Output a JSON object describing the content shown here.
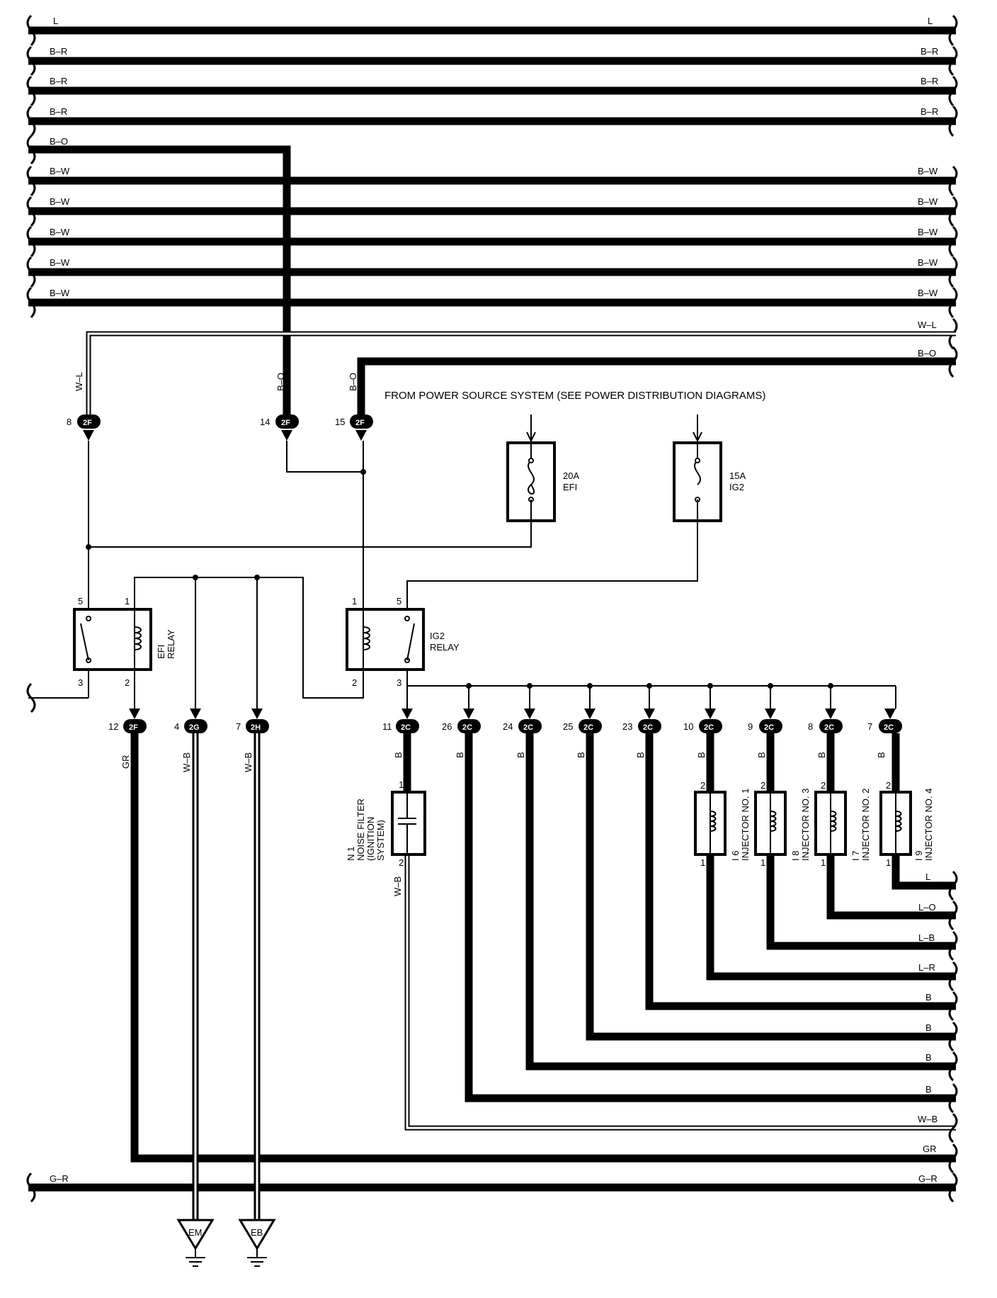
{
  "bus_wires": [
    {
      "left": "L",
      "right": "L"
    },
    {
      "left": "B–R",
      "right": "B–R"
    },
    {
      "left": "B–R",
      "right": "B–R"
    },
    {
      "left": "B–R",
      "right": "B–R"
    },
    {
      "left": "B–O",
      "right": ""
    },
    {
      "left": "B–W",
      "right": "B–W"
    },
    {
      "left": "B–W",
      "right": "B–W"
    },
    {
      "left": "B–W",
      "right": "B–W"
    },
    {
      "left": "B–W",
      "right": "B–W"
    },
    {
      "left": "B–W",
      "right": "B–W"
    }
  ],
  "right_wires_top": [
    "W–L",
    "B–O"
  ],
  "source_note": "FROM POWER SOURCE SYSTEM (SEE POWER DISTRIBUTION DIAGRAMS)",
  "fuses": [
    {
      "rating": "20A",
      "name": "EFI"
    },
    {
      "rating": "15A",
      "name": "IG2"
    }
  ],
  "relays": [
    {
      "name": "EFI",
      "suffix": "RELAY",
      "pins": [
        "5",
        "1",
        "3",
        "2"
      ]
    },
    {
      "name": "IG2",
      "suffix": "RELAY",
      "pins": [
        "1",
        "5",
        "2",
        "3"
      ]
    }
  ],
  "upper_connectors": [
    {
      "pin": "8",
      "id": "2F",
      "wire": "W–L"
    },
    {
      "pin": "14",
      "id": "2F",
      "wire": "B–O"
    },
    {
      "pin": "15",
      "id": "2F",
      "wire": "B–O"
    }
  ],
  "lower_connectors": [
    {
      "pin": "12",
      "id": "2F",
      "wire": "GR"
    },
    {
      "pin": "4",
      "id": "2G",
      "wire": "W–B"
    },
    {
      "pin": "7",
      "id": "2H",
      "wire": "W–B"
    },
    {
      "pin": "11",
      "id": "2C",
      "wire": "B"
    },
    {
      "pin": "26",
      "id": "2C",
      "wire": "B"
    },
    {
      "pin": "24",
      "id": "2C",
      "wire": "B"
    },
    {
      "pin": "25",
      "id": "2C",
      "wire": "B"
    },
    {
      "pin": "23",
      "id": "2C",
      "wire": "B"
    },
    {
      "pin": "10",
      "id": "2C",
      "wire": "B"
    },
    {
      "pin": "9",
      "id": "2C",
      "wire": "B"
    },
    {
      "pin": "8",
      "id": "2C",
      "wire": "B"
    },
    {
      "pin": "7",
      "id": "2C",
      "wire": "B"
    }
  ],
  "noise_filter": {
    "id": "N 1",
    "line1": "NOISE FILTER",
    "line2": "(IGNITION",
    "line3": "SYSTEM)",
    "pin_top": "1",
    "pin_bottom": "2",
    "wire_out": "W–B"
  },
  "injectors": [
    {
      "id": "I 6",
      "name": "INJECTOR NO. 1",
      "pin_top": "2",
      "pin_bottom": "1"
    },
    {
      "id": "I 8",
      "name": "INJECTOR NO. 3",
      "pin_top": "2",
      "pin_bottom": "1"
    },
    {
      "id": "I 7",
      "name": "INJECTOR NO. 2",
      "pin_top": "2",
      "pin_bottom": "1"
    },
    {
      "id": "I 9",
      "name": "INJECTOR NO. 4",
      "pin_top": "2",
      "pin_bottom": "1"
    }
  ],
  "right_wires_bottom": [
    "L",
    "L–O",
    "L–B",
    "L–R",
    "B",
    "B",
    "B",
    "B",
    "W–B",
    "GR",
    "G–R"
  ],
  "bottom_left_wire": "G–R",
  "grounds": [
    "EM",
    "EB"
  ]
}
